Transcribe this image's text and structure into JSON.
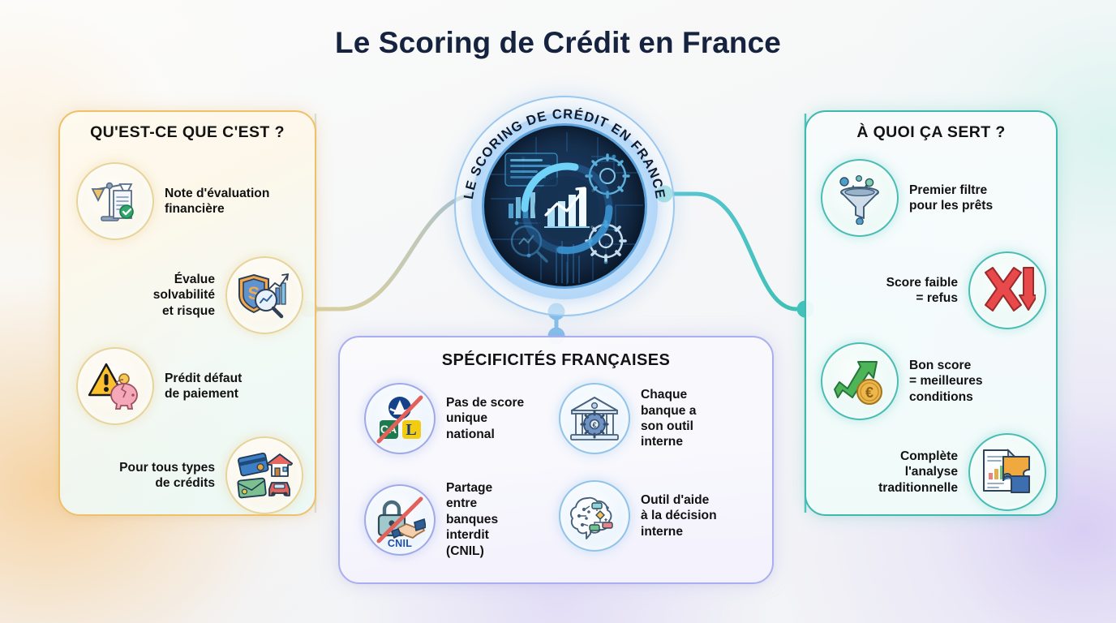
{
  "page": {
    "title": "Le Scoring de Crédit en France",
    "title_color": "#16233f",
    "background_accent_warm": "#f7b760",
    "background_accent_cool": "#baf0e4"
  },
  "hub": {
    "ring_label": "LE SCORING DE CRÉDIT EN FRANCE",
    "icon": "credit-scoring-tech-dashboard-icon",
    "accent_color": "#5fa3dd"
  },
  "panels": {
    "left": {
      "title": "QU'EST-CE QUE C'EST ?",
      "accent_color": "#f0c068",
      "items": [
        {
          "label": "Note d'évaluation\nfinancière",
          "icon": "scales-document-check-icon",
          "side": "left"
        },
        {
          "label": "Évalue\nsolvabilité\net risque",
          "icon": "shield-magnifier-chart-icon",
          "side": "right"
        },
        {
          "label": "Prédit défaut\nde paiement",
          "icon": "warning-broken-piggybank-icon",
          "side": "left"
        },
        {
          "label": "Pour tous types\nde crédits",
          "icon": "credit-card-house-car-icon",
          "side": "right"
        }
      ]
    },
    "bottom": {
      "title": "SPÉCIFICITÉS FRANÇAISES",
      "accent_color": "#a9aef0",
      "items": [
        {
          "label": "Pas de score\nunique\nnational",
          "icon": "no-national-bureau-crossed-icon",
          "badge": ""
        },
        {
          "label": "Chaque\nbanque a\nson outil\ninterne",
          "icon": "bank-gear-icon",
          "badge": ""
        },
        {
          "label": "Partage\nentre\nbanques\ninterdit\n(CNIL)",
          "icon": "lock-handshake-crossed-icon",
          "badge": "CNIL"
        },
        {
          "label": "Outil d'aide\nà la décision\ninterne",
          "icon": "brain-decision-tree-icon",
          "badge": ""
        }
      ]
    },
    "right": {
      "title": "À QUOI ÇA SERT ?",
      "accent_color": "#3fb8b0",
      "items": [
        {
          "label": "Premier filtre\npour les prêts",
          "icon": "funnel-filter-icon",
          "side": "left"
        },
        {
          "label": "Score faible\n= refus",
          "icon": "red-cross-down-arrow-icon",
          "side": "right"
        },
        {
          "label": "Bon score\n= meilleures\nconditions",
          "icon": "green-up-arrow-euro-coin-icon",
          "side": "left"
        },
        {
          "label": "Complète\nl'analyse\ntraditionnelle",
          "icon": "report-puzzle-piece-icon",
          "side": "right"
        }
      ]
    }
  },
  "connectors": {
    "left_color": "#cdc9a8",
    "right_color": "#4cc4c0",
    "center_color": "#84bfe8",
    "node_count": 6
  }
}
